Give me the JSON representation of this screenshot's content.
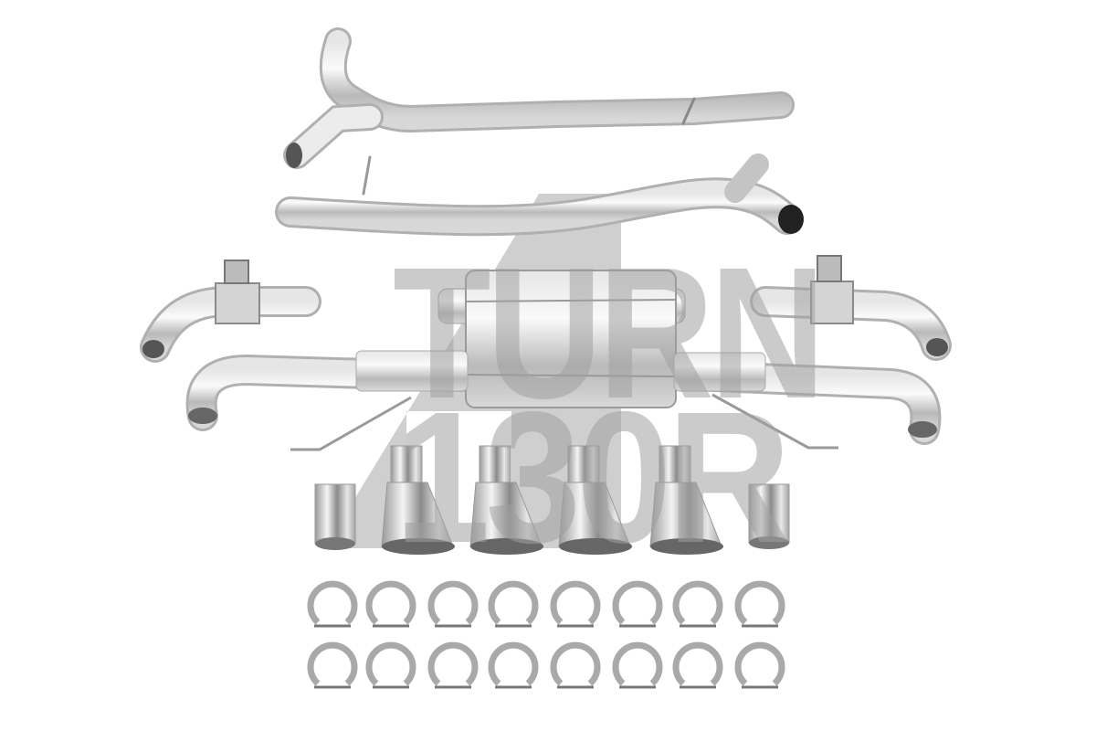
{
  "image": {
    "subject": "Exhaust system kit product photo",
    "background_color": "#ffffff",
    "metal_color": "#c8c8c8",
    "watermark": {
      "line1": "TURN",
      "line2": "130R",
      "color": "#a0a0a0"
    },
    "parts": {
      "front_y_pipes": 2,
      "rear_valve_sections": 2,
      "side_pipes": 2,
      "center_muffler": 1,
      "exhaust_tips": 4,
      "adapter_sleeves": 2,
      "clamps": 16,
      "clamp_rows": 2,
      "clamps_per_row": 8
    }
  }
}
